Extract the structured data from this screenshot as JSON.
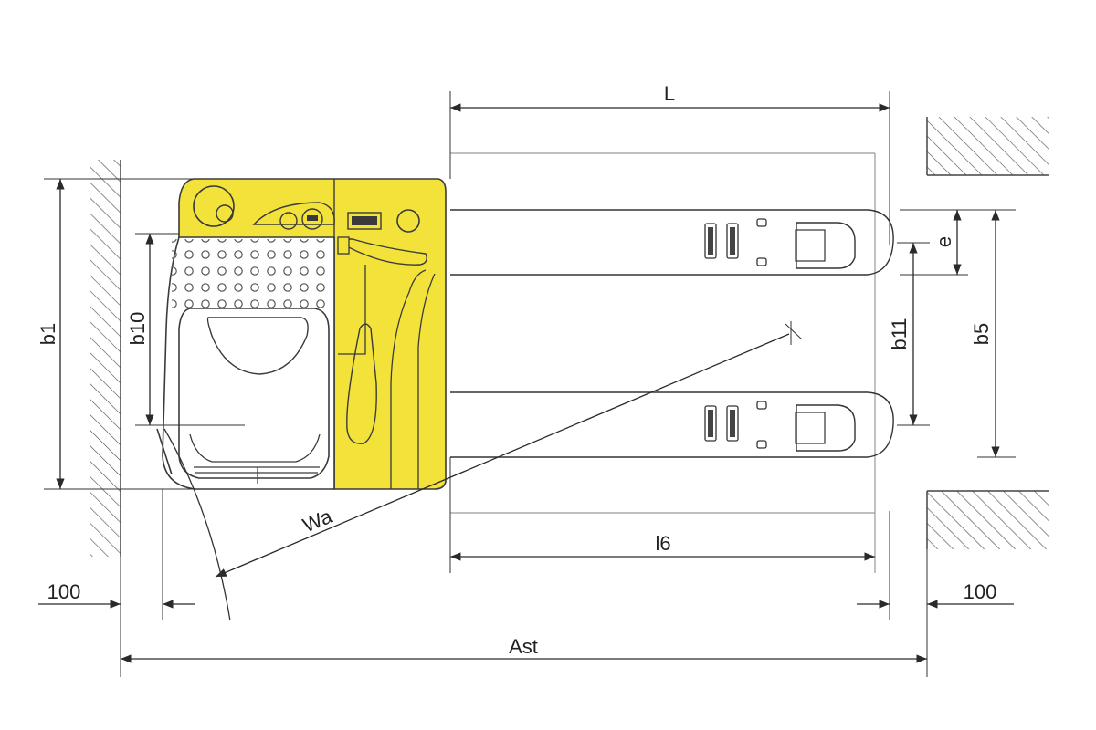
{
  "labels": {
    "L": "L",
    "e": "e",
    "b1": "b1",
    "b10": "b10",
    "b11": "b11",
    "b5": "b5",
    "Wa": "Wa",
    "l6": "l6",
    "left_clearance": "100",
    "right_clearance": "100",
    "Ast": "Ast"
  },
  "colors": {
    "body": "#f2e23a",
    "outline": "#3a3a3a",
    "hatch": "#555555",
    "lines": "#2a2a2a"
  }
}
